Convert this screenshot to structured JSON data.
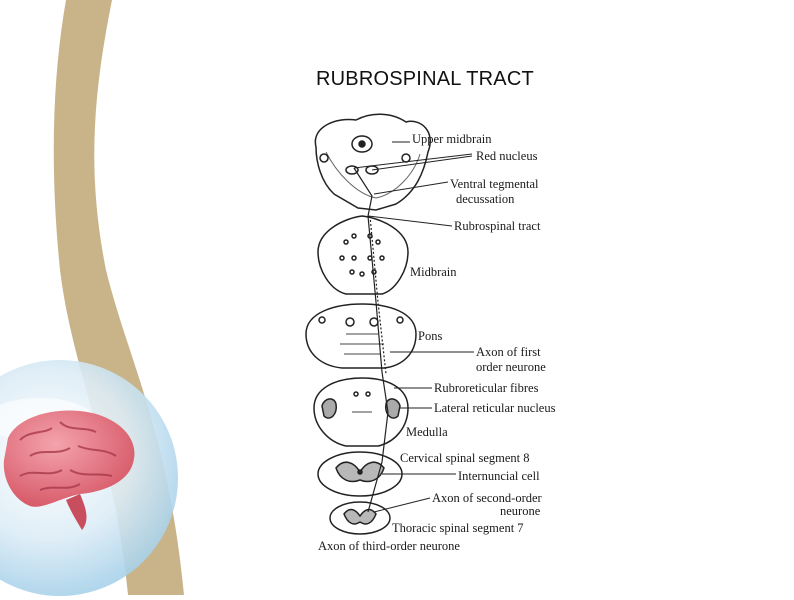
{
  "slide": {
    "title": "RUBROSPINAL TRACT",
    "accent_color": "#c9b48a",
    "sphere_color": "#bfe0f2",
    "brain_color": "#e06b78"
  },
  "diagram": {
    "labels": {
      "upper_midbrain": "Upper midbrain",
      "red_nucleus": "Red nucleus",
      "ventral_tegmental_1": "Ventral tegmental",
      "ventral_tegmental_2": "decussation",
      "rubrospinal_tract": "Rubrospinal tract",
      "midbrain": "Midbrain",
      "pons": "Pons",
      "axon_first_1": "Axon of first",
      "axon_first_2": "order neurone",
      "rubroreticular": "Rubroreticular fibres",
      "lateral_reticular": "Lateral reticular nucleus",
      "medulla": "Medulla",
      "cervical": "Cervical spinal segment 8",
      "internuncial": "Internuncial cell",
      "axon_second_1": "Axon of second-order",
      "axon_second_2": "neurone",
      "thoracic": "Thoracic spinal segment 7",
      "axon_third": "Axon of third-order neurone"
    }
  }
}
